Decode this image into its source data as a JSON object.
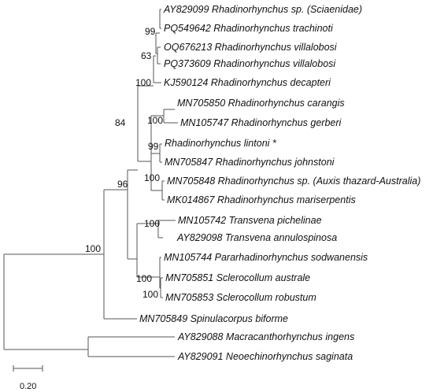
{
  "tree": {
    "taxa": [
      "AY829099 Rhadinorhynchus sp. (Sciaenidae)",
      "PQ549642 Rhadinorhynchus trachinoti",
      "OQ676213 Rhadinorhynchus villalobosi",
      "PQ373609 Rhadinorhynchus villalobosi",
      "KJ590124 Rhadinorhynchus decapteri",
      "MN705850 Rhadinorhynchus carangis",
      "MN105747 Rhadinorhynchus gerberi",
      "Rhadinorhynchus lintoni *",
      "MN705847 Rhadinorhynchus johnstoni",
      "MN705848 Rhadinorhynchus sp. (Auxis thazard-Australia)",
      "MK014867 Rhadinorhynchus mariserpentis",
      "MN105742 Transvena pichelinae",
      "AY829098 Transvena annulospinosa",
      "MN105744 Pararhadinorhynchus sodwanensis",
      "MN705851 Sclerocollum australe",
      "MN705853 Sclerocollum robustum",
      "MN705849 Spinulacorpus biforme",
      "AY829088 Macracanthorhynchus ingens",
      "AY829091 Neoechinorhynchus saginata"
    ],
    "support": {
      "n99a": "99",
      "n63": "63",
      "n100a": "100",
      "n100b": "100",
      "n84": "84",
      "n99b": "99",
      "n100c": "100",
      "n96": "96",
      "n100d": "100",
      "n100e": "100",
      "n100f": "100",
      "n100root": "100"
    }
  },
  "scale_bar": {
    "label": "0.20",
    "value": 0.2
  }
}
